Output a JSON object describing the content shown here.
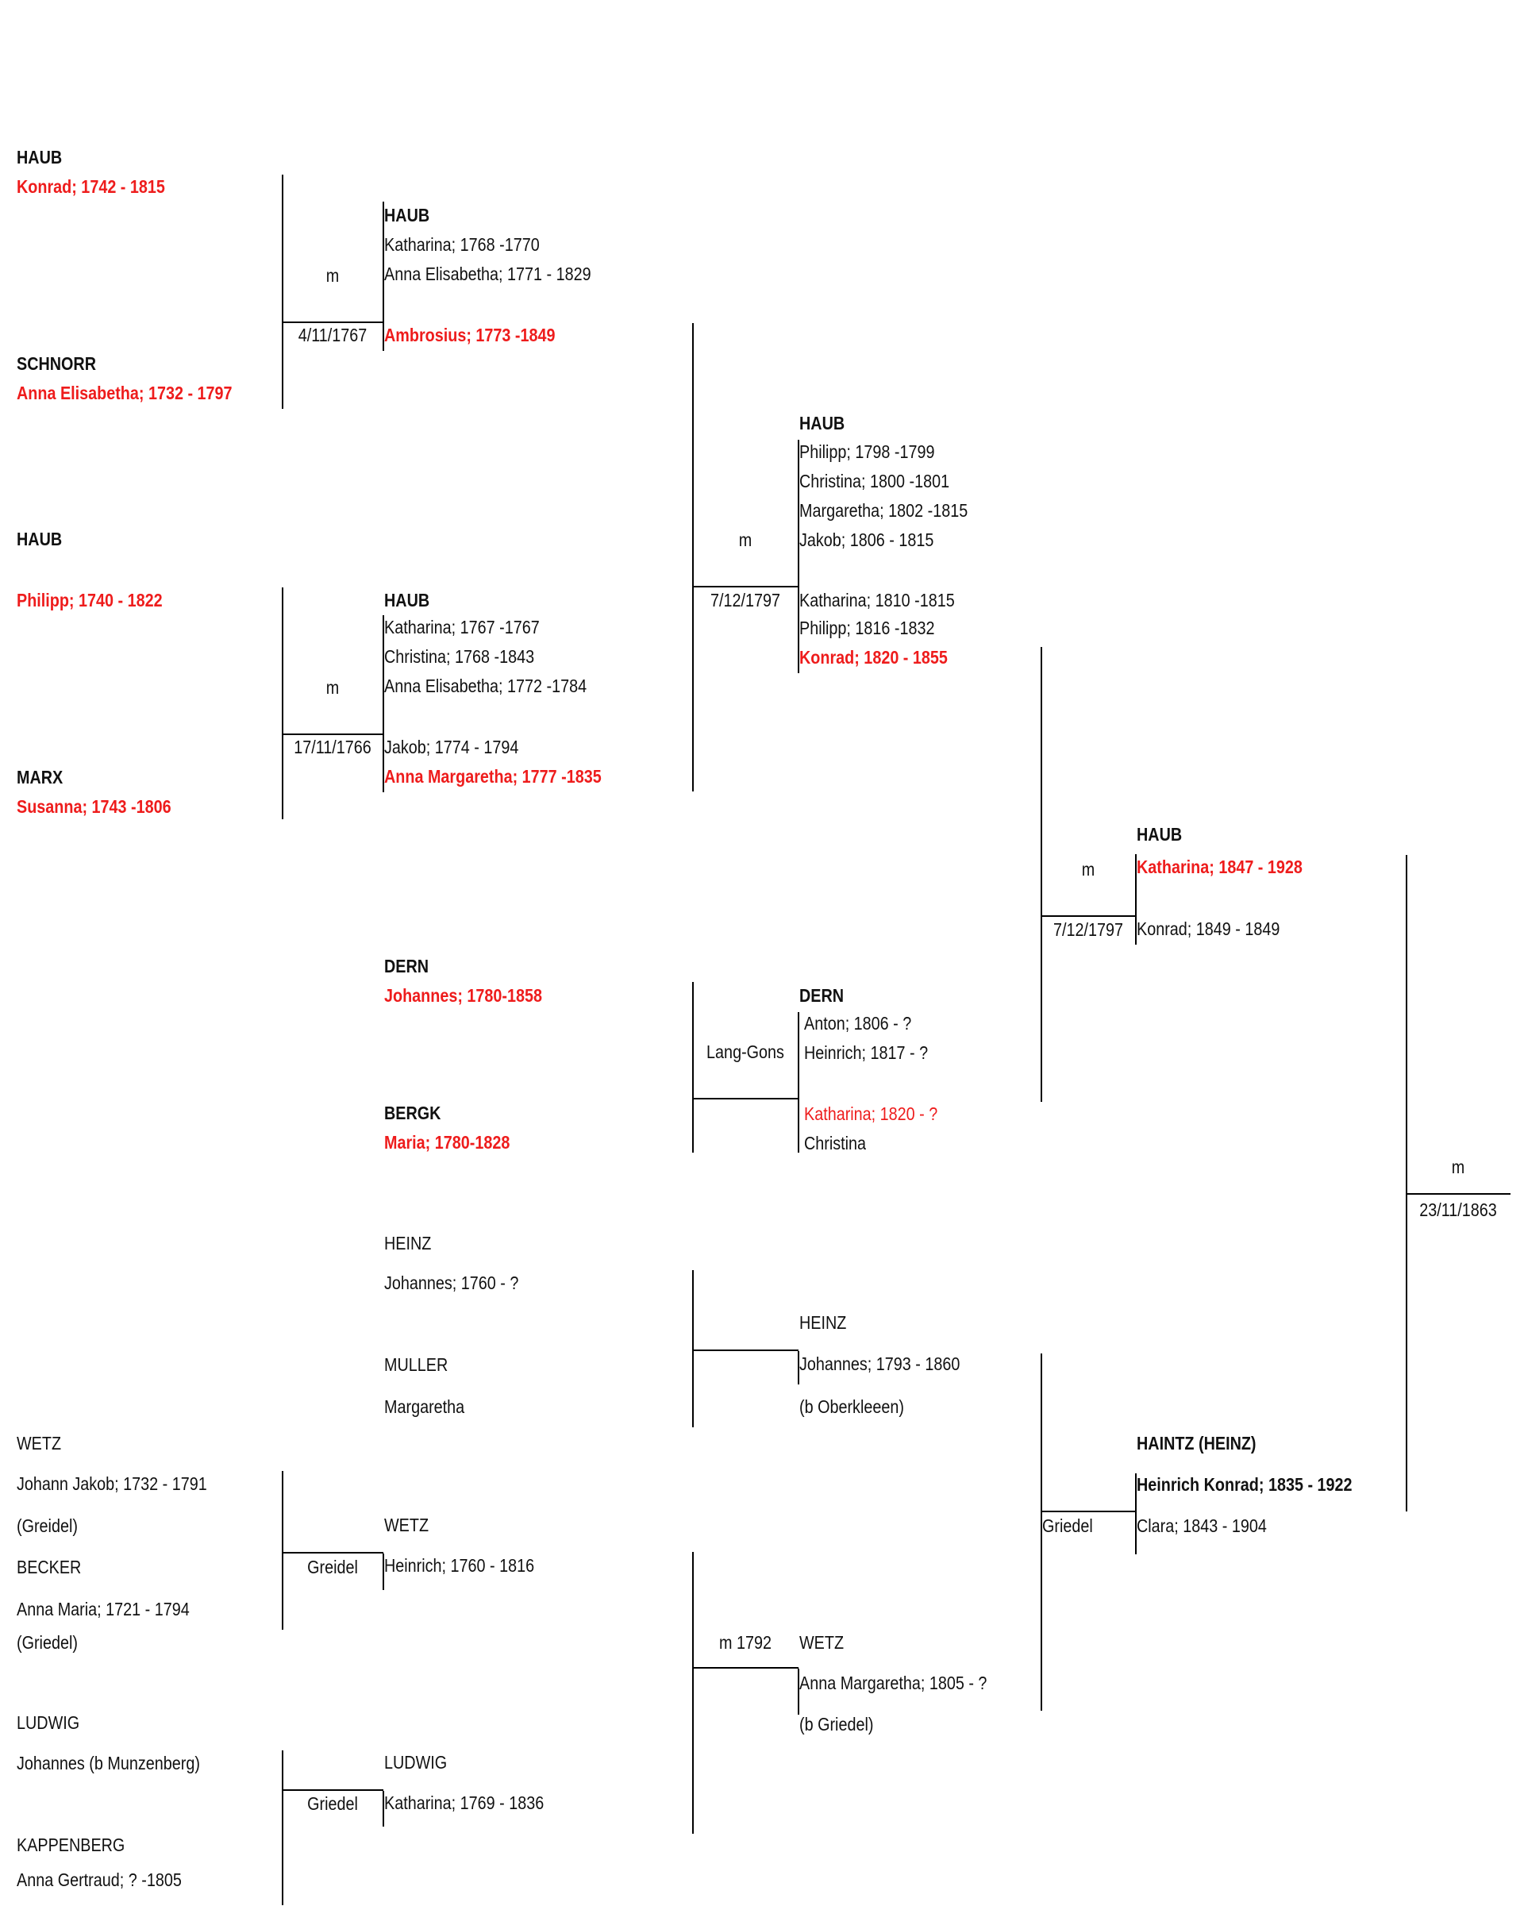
{
  "colors": {
    "text": "#111111",
    "highlight": "#ee1c1c",
    "line": "#000000"
  },
  "gen1": {
    "haub_konrad": {
      "surname": "HAUB",
      "name": "Konrad; 1742 - 1815"
    },
    "schnorr": {
      "surname": "SCHNORR",
      "name": "Anna Elisabetha; 1732 - 1797"
    },
    "haub_philipp": {
      "surname": "HAUB",
      "name": "Philipp; 1740 - 1822"
    },
    "marx": {
      "surname": "MARX",
      "name": "Susanna; 1743 -1806"
    },
    "wetz": {
      "surname": "WETZ",
      "name": "Johann Jakob; 1732 - 1791",
      "place": "(Greidel)"
    },
    "becker": {
      "surname": "BECKER",
      "name": "Anna Maria; 1721 - 1794",
      "place": "(Griedel)"
    },
    "ludwig": {
      "surname": "LUDWIG",
      "name": "Johannes (b Munzenberg)"
    },
    "kappenberg": {
      "surname": "KAPPENBERG",
      "name": "Anna Gertraud; ? -1805"
    }
  },
  "marriages1": {
    "m1": {
      "label": "m",
      "date": "4/11/1767"
    },
    "m2": {
      "label": "m",
      "date": "17/11/1766"
    },
    "m3": {
      "label": "Greidel"
    },
    "m4": {
      "label": "Griedel"
    }
  },
  "gen2": {
    "haub_a": {
      "surname": "HAUB",
      "children": [
        "Katharina; 1768 -1770",
        "Anna Elisabetha; 1771 - 1829"
      ],
      "highlight": "Ambrosius; 1773 -1849"
    },
    "haub_b": {
      "surname": "HAUB",
      "children": [
        "Katharina; 1767 -1767",
        "Christina; 1768 -1843",
        "Anna Elisabetha; 1772 -1784",
        "Jakob; 1774 - 1794"
      ],
      "highlight": "Anna Margaretha; 1777 -1835"
    },
    "dern": {
      "surname": "DERN",
      "name": "Johannes; 1780-1858"
    },
    "bergk": {
      "surname": "BERGK",
      "name": "Maria; 1780-1828"
    },
    "heinz": {
      "surname": "HEINZ",
      "name": "Johannes; 1760 - ?"
    },
    "muller": {
      "surname": "MULLER",
      "name": "Margaretha"
    },
    "wetz": {
      "surname": "WETZ",
      "name": "Heinrich; 1760 - 1816"
    },
    "ludwig": {
      "surname": "LUDWIG",
      "name": "Katharina; 1769 - 1836"
    }
  },
  "marriages2": {
    "m1": {
      "label": "m",
      "date": "7/12/1797"
    },
    "m2": {
      "label": "Lang-Gons"
    },
    "m3": {
      "label": "m 1792"
    }
  },
  "gen3": {
    "haub": {
      "surname": "HAUB",
      "children": [
        "Philipp; 1798 -1799",
        "Christina; 1800 -1801",
        "Margaretha; 1802 -1815",
        "Jakob; 1806 - 1815",
        "Katharina; 1810 -1815",
        "Philipp; 1816 -1832"
      ],
      "highlight": "Konrad; 1820 - 1855"
    },
    "dern": {
      "surname": "DERN",
      "children": [
        "Anton; 1806 - ?",
        "Heinrich; 1817 - ?"
      ],
      "highlight": "Katharina; 1820 - ?",
      "last": "Christina"
    },
    "heinz": {
      "surname": "HEINZ",
      "name": "Johannes; 1793 - 1860",
      "place": "(b Oberkleeen)"
    },
    "wetz": {
      "surname": "WETZ",
      "name": "Anna Margaretha; 1805 - ?",
      "place": "(b Griedel)"
    }
  },
  "marriages3": {
    "m1": {
      "label": "m",
      "date": "7/12/1797"
    },
    "m2": {
      "label": "Griedel"
    }
  },
  "gen4": {
    "haub": {
      "surname": "HAUB",
      "highlight": "Katharina; 1847 - 1928",
      "other": "Konrad; 1849 - 1849"
    },
    "haintz": {
      "surname": "HAINTZ (HEINZ)",
      "name": "Heinrich Konrad; 1835 - 1922",
      "other": "Clara; 1843 - 1904"
    }
  },
  "marriage4": {
    "label": "m",
    "date": "23/11/1863"
  }
}
